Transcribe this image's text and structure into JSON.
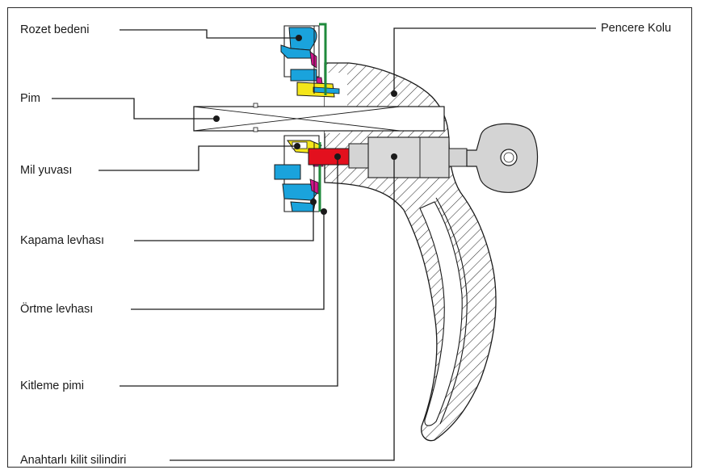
{
  "labels": {
    "rozet_bedeni": "Rozet bedeni",
    "pim": "Pim",
    "mil_yuvasi": "Mil yuvası",
    "kapama_levhasi": "Kapama levhası",
    "ortme_levhasi": "Örtme levhası",
    "kitleme_pimi": "Kitleme pimi",
    "anahtarli_kilit_silindiri": "Anahtarlı kilit silindiri",
    "pencere_kolu": "Pencere Kolu"
  },
  "colors": {
    "rosette_blue": "#1aa3dc",
    "spring_magenta": "#d0148a",
    "spindle_seat_yellow": "#f4e61a",
    "cover_plate_green": "#1f8a3c",
    "locking_pin_red": "#e3101e",
    "cylinder_gray": "#d4d4d4",
    "hatch": "#333333"
  }
}
